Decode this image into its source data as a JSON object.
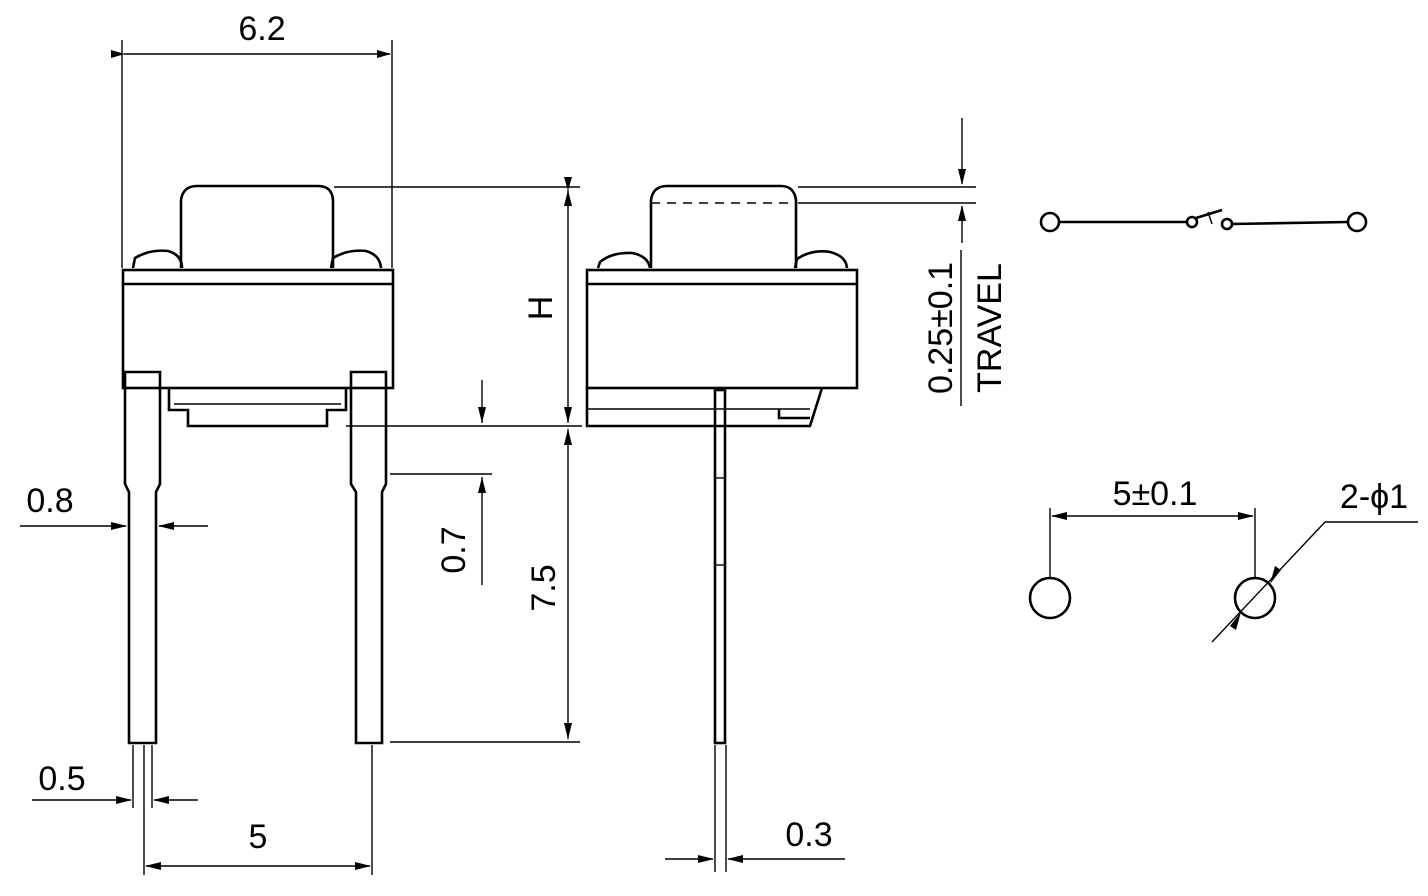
{
  "labels": {
    "width_62": "6.2",
    "height_h": "H",
    "travel_value": "0.25±0.1",
    "travel_word": "TRAVEL",
    "pin_width_08": "0.8",
    "pin_step_07": "0.7",
    "pin_length_75": "7.5",
    "pin_tip_05": "0.5",
    "pin_pitch_5": "5",
    "pin_thick_03": "0.3",
    "hole_pitch": "5±0.1",
    "hole_dia": "2-ϕ1"
  }
}
